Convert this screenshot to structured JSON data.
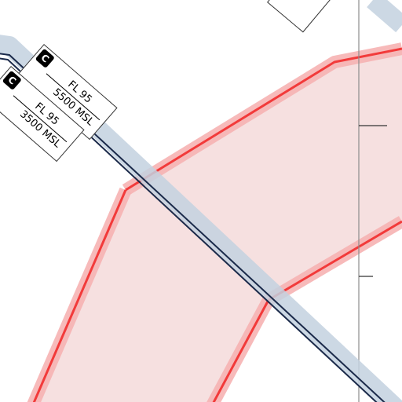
{
  "map": {
    "colors": {
      "route_halo": "#c3d1df",
      "route_line": "#1b2a4a",
      "airspace_fill": "#f5dede",
      "airspace_edge": "#f23a3a",
      "airspace_edge_halo": "#f6b3b3",
      "meridian": "#8c8c8c"
    },
    "labels": [
      {
        "class": "C",
        "ceiling": "FL 95",
        "floor": "5500 MSL"
      },
      {
        "class": "C",
        "ceiling": "FL 95",
        "floor": "3500 MSL"
      }
    ]
  }
}
